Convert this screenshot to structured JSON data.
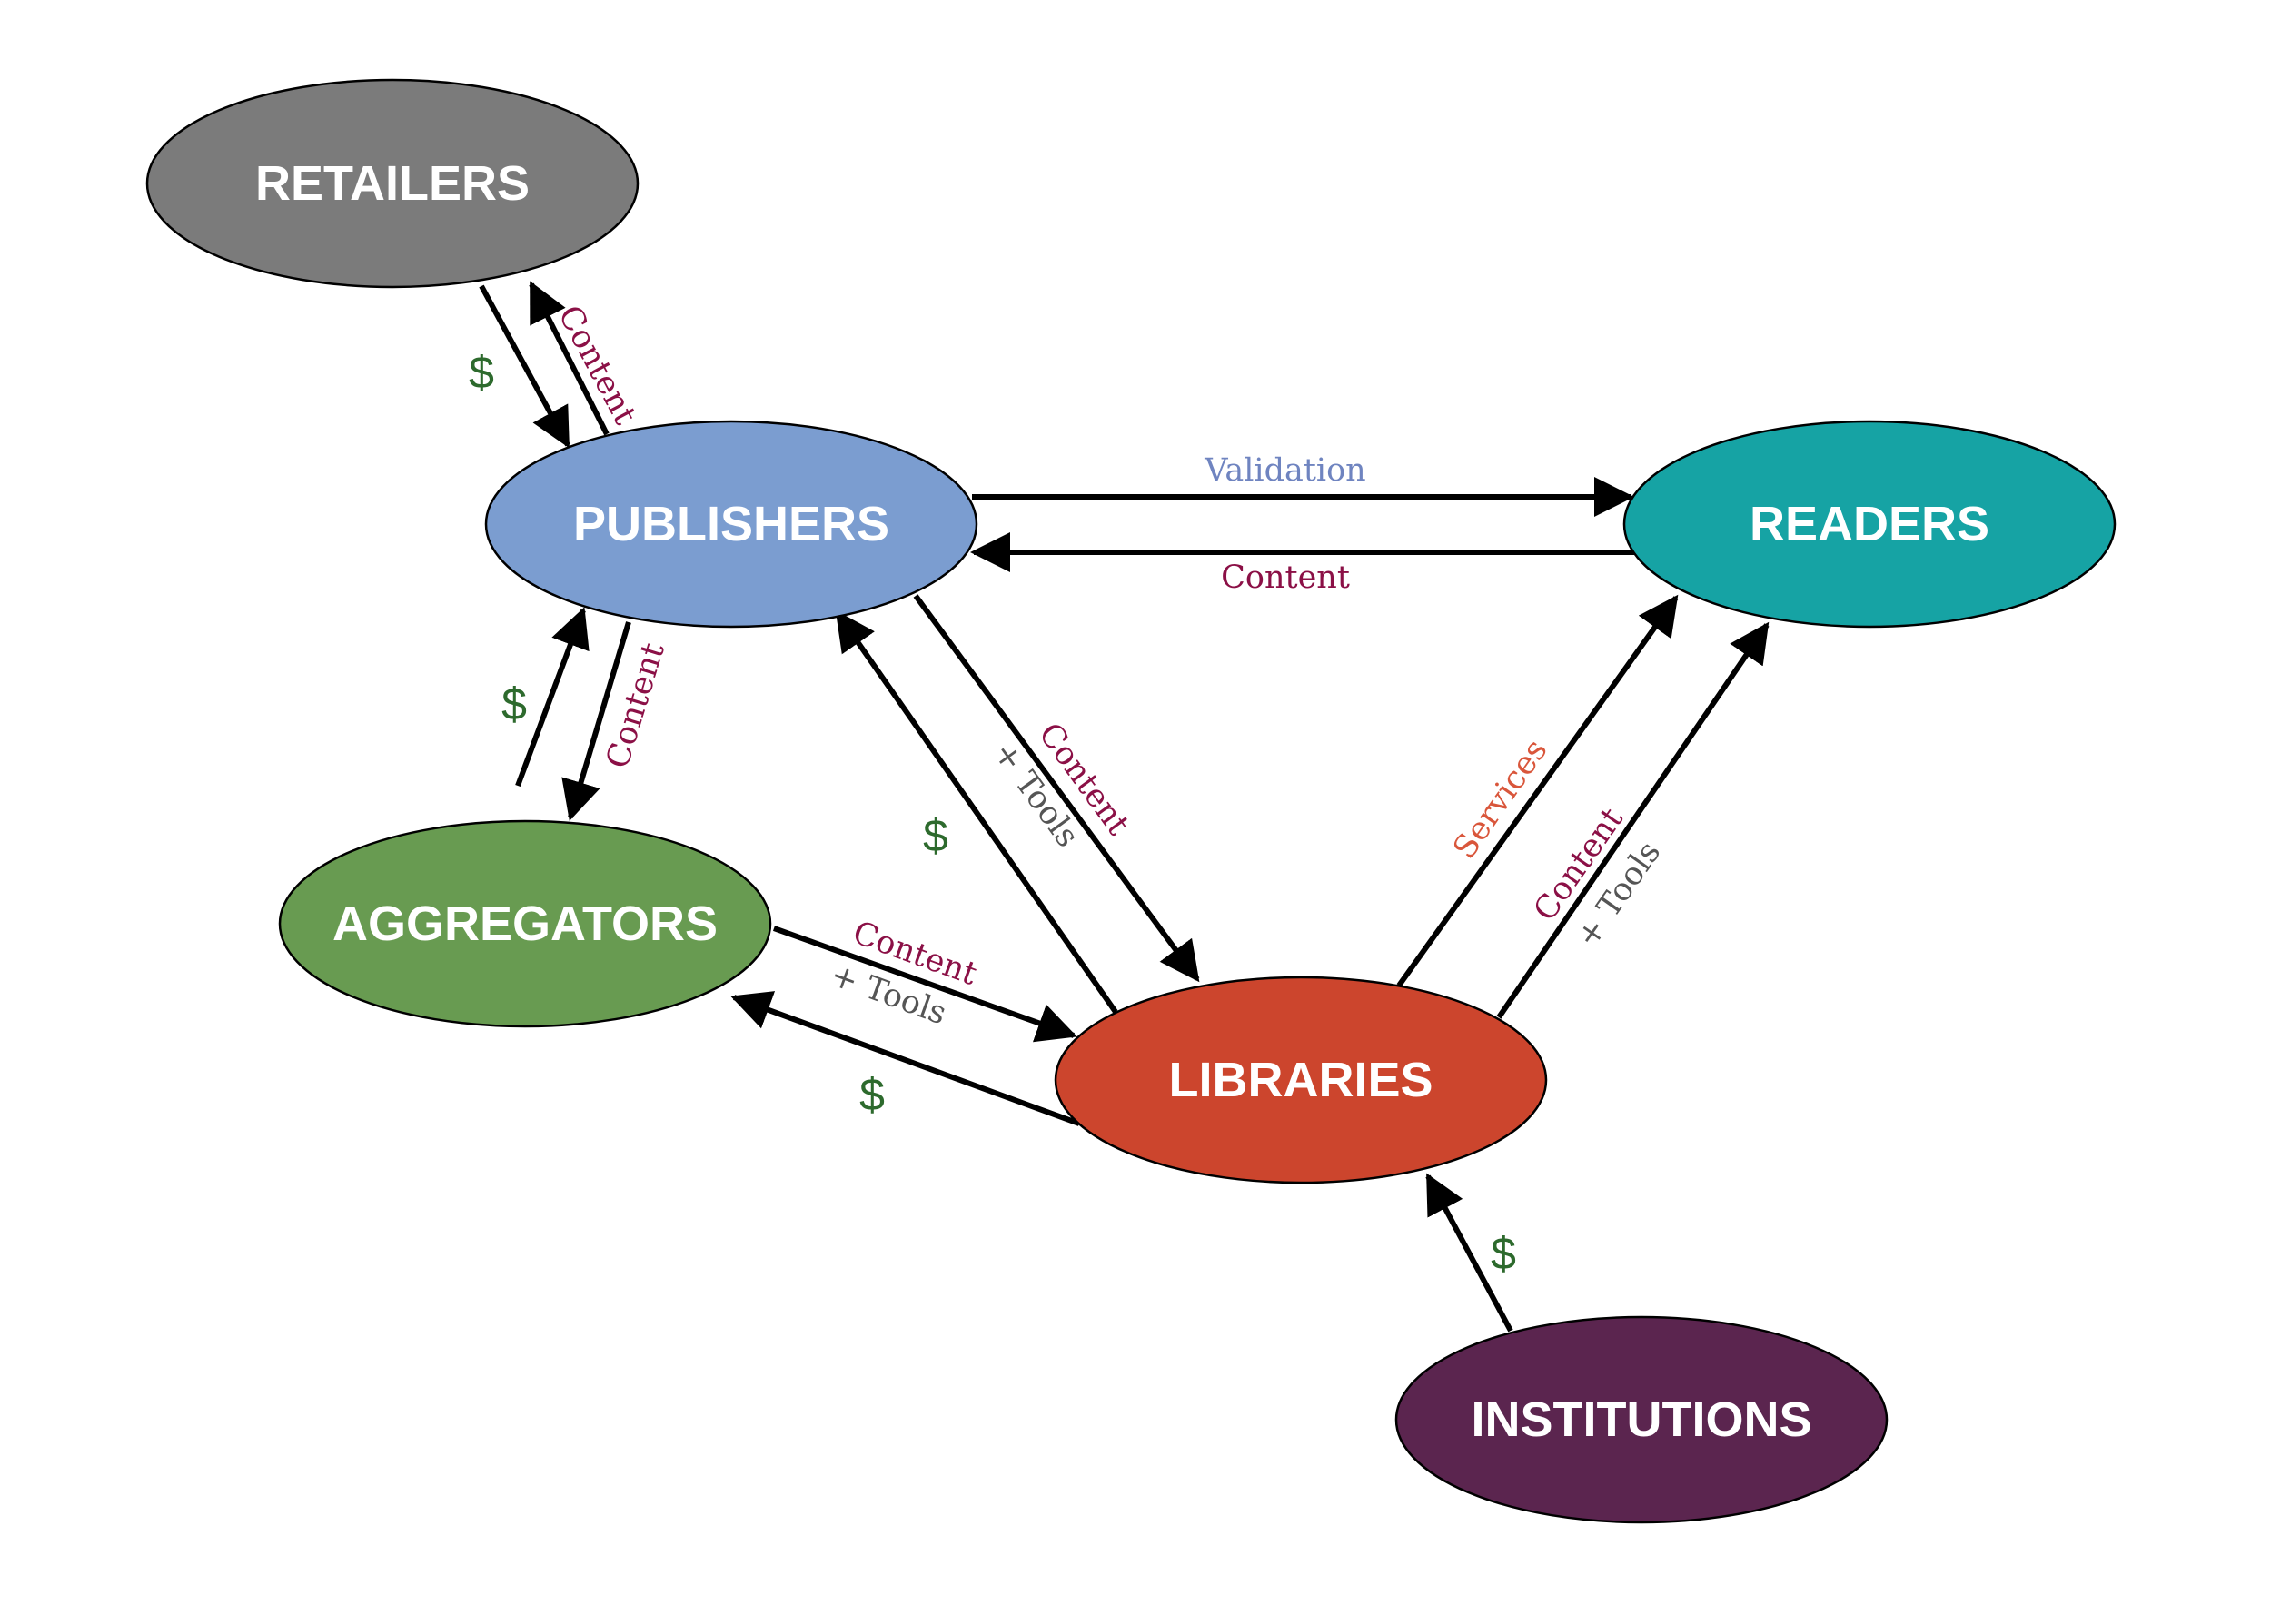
{
  "nodes": {
    "retailers": {
      "label": "RETAILERS",
      "color": "#7b7b7b"
    },
    "publishers": {
      "label": "PUBLISHERS",
      "color": "#7b9dd0"
    },
    "readers": {
      "label": "READERS",
      "color": "#16a3a4"
    },
    "aggregators": {
      "label": "AGGREGATORS",
      "color": "#689b51"
    },
    "libraries": {
      "label": "LIBRARIES",
      "color": "#cc452d"
    },
    "institutions": {
      "label": "INSTITUTIONS",
      "color": "#5b254f"
    }
  },
  "edge_labels": {
    "content": "Content",
    "tools": "+ Tools",
    "validation": "Validation",
    "services": "Services",
    "dollar": "$"
  },
  "colors": {
    "content": "#8b1046",
    "tools": "#555555",
    "validation": "#6f84c0",
    "services": "#d9563b",
    "dollar": "#2d6a2d",
    "arrow": "#000000"
  }
}
